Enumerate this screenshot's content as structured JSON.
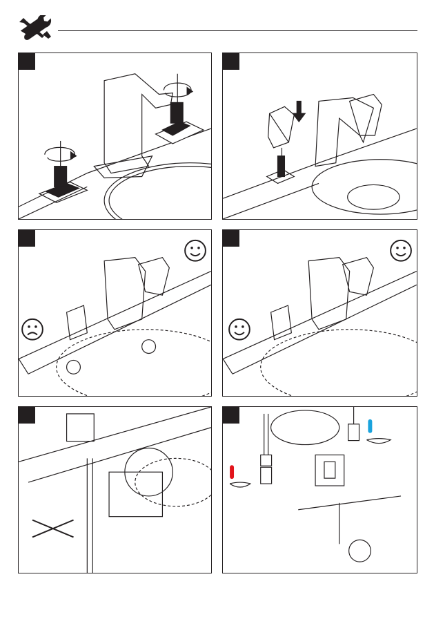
{
  "header": {
    "icon": "wrench-and-screwdriver-icon"
  },
  "panels": [
    {
      "step": "",
      "icon": "unscrew-cartridge-illustration"
    },
    {
      "step": "",
      "icon": "install-handle-illustration"
    },
    {
      "step": "",
      "icon": "adjust-rotation-stop-illustration",
      "indicators": [
        "sad-face-icon",
        "happy-face-icon"
      ]
    },
    {
      "step": "",
      "icon": "handles-aligned-illustration",
      "indicators": [
        "happy-face-icon",
        "happy-face-icon"
      ]
    },
    {
      "step": "",
      "icon": "connect-supply-hose-illustration",
      "indicators": [
        "no-wrench-icon"
      ]
    },
    {
      "step": "",
      "icon": "connect-stop-valves-illustration",
      "indicators": [
        "hot-water-icon",
        "cold-water-icon"
      ]
    }
  ],
  "colors": {
    "ink": "#231f20",
    "hot": "#e2141b",
    "cold": "#1aa3dd"
  }
}
